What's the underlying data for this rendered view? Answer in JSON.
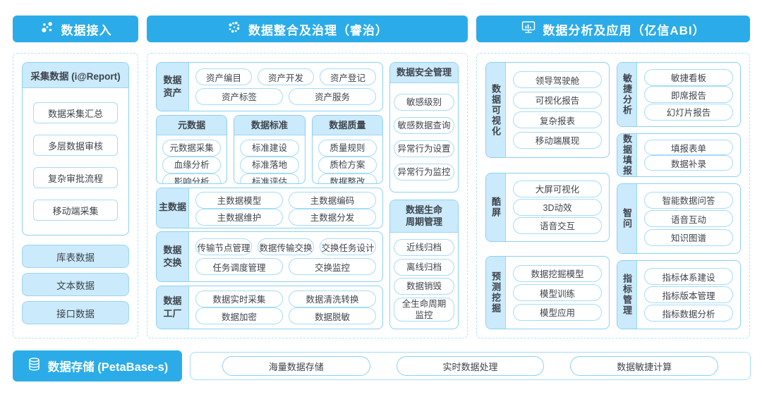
{
  "colors": {
    "primary_blue": "#2bace9",
    "light_blue_fill": "#cbeafb",
    "group_border": "#8bd1f4",
    "pill_border": "#a5dcf8",
    "dashed_border": "#b5e3f9",
    "text": "#3e444c"
  },
  "icons": {
    "access": "network-nodes-icon",
    "governance": "dot-cluster-icon",
    "analysis": "monitor-chart-icon",
    "storage": "database-icon"
  },
  "headers": {
    "access": "数据接入",
    "governance": "数据整合及治理（睿治）",
    "analysis": "数据分析及应用（亿信ABI）"
  },
  "access": {
    "report_card": {
      "title": "采集数据 (i@Report)",
      "items": [
        "数据采集汇总",
        "多层数据审核",
        "复杂审批流程",
        "移动端采集"
      ]
    },
    "sources": [
      "库表数据",
      "文本数据",
      "接口数据"
    ]
  },
  "governance": {
    "asset": {
      "label": "数据\n资产",
      "row1": [
        "资产编目",
        "资产开发",
        "资产登记"
      ],
      "row2": [
        "资产标签",
        "资产服务"
      ]
    },
    "meta": {
      "title": "元数据",
      "items": [
        "元数据采集",
        "血缘分析",
        "影响分析"
      ]
    },
    "standard": {
      "title": "数据标准",
      "items": [
        "标准建设",
        "标准落地",
        "标准评估"
      ]
    },
    "quality": {
      "title": "数据质量",
      "items": [
        "质量规则",
        "质检方案",
        "数据整改"
      ]
    },
    "master": {
      "label": "主数据",
      "row1": [
        "主数据模型",
        "主数据编码"
      ],
      "row2": [
        "主数据维护",
        "主数据分发"
      ]
    },
    "exchange": {
      "label": "数据\n交换",
      "row1": [
        "传输节点管理",
        "数据传输交换",
        "交换任务设计"
      ],
      "row2": [
        "任务调度管理",
        "交换监控"
      ]
    },
    "factory": {
      "label": "数据\n工厂",
      "row1": [
        "数据实时采集",
        "数据清洗转换"
      ],
      "row2": [
        "数据加密",
        "数据脱敏"
      ]
    },
    "security": {
      "title": "数据安全管理",
      "items": [
        "敏感级别",
        "敏感数据查询",
        "异常行为设置",
        "异常行为监控"
      ]
    },
    "lifecycle": {
      "title": "数据生命\n周期管理",
      "items": [
        "近线归档",
        "离线归档",
        "数据销毁",
        "全生命周期\n监控"
      ]
    }
  },
  "analysis": {
    "visualization": {
      "label": "数据可视化",
      "items": [
        "领导驾驶舱",
        "可视化报告",
        "复杂报表",
        "移动端展现"
      ]
    },
    "coolscreen": {
      "label": "酷屏",
      "items": [
        "大屏可视化",
        "3D动效",
        "语音交互"
      ]
    },
    "mining": {
      "label": "预测挖掘",
      "items": [
        "数据挖掘模型",
        "模型训练",
        "模型应用"
      ]
    },
    "agile": {
      "label": "敏捷分析",
      "items": [
        "敏捷看板",
        "即席报告",
        "幻灯片报告"
      ]
    },
    "filling": {
      "label": "数据填报",
      "items": [
        "填报表单",
        "数据补录"
      ]
    },
    "smart_ask": {
      "label": "智问",
      "items": [
        "智能数据问答",
        "语音互动",
        "知识图谱"
      ]
    },
    "indicator": {
      "label": "指标管理",
      "items": [
        "指标体系建设",
        "指标版本管理",
        "指标数据分析"
      ]
    }
  },
  "storage": {
    "label": "数据存储 (PetaBase-s)",
    "items": [
      "海量数据存储",
      "实时数据处理",
      "数据敏捷计算"
    ]
  }
}
